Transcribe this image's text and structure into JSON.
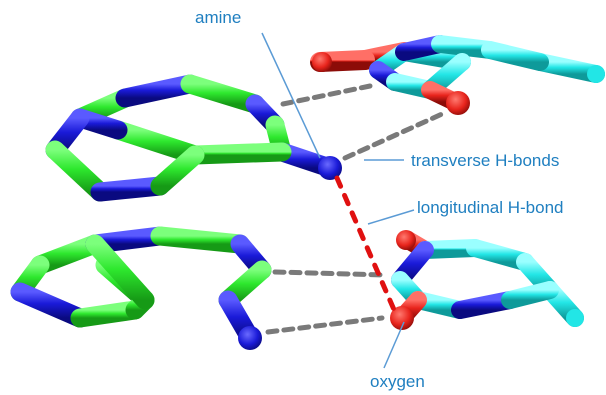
{
  "labels": {
    "amine": "amine",
    "transverse": "transverse H-bonds",
    "longitudinal": "longitudinal H-bond",
    "oxygen": "oxygen"
  },
  "colors": {
    "label_text": "#1f7fc0",
    "leader_line": "#5b9bd5",
    "carbon_adenine": "#2ee82e",
    "carbon_thymine": "#22e6e6",
    "nitrogen": "#1a1ad8",
    "oxygen": "#e8241c",
    "transverse_bond": "#7a7a7a",
    "longitudinal_bond": "#e01010"
  }
}
